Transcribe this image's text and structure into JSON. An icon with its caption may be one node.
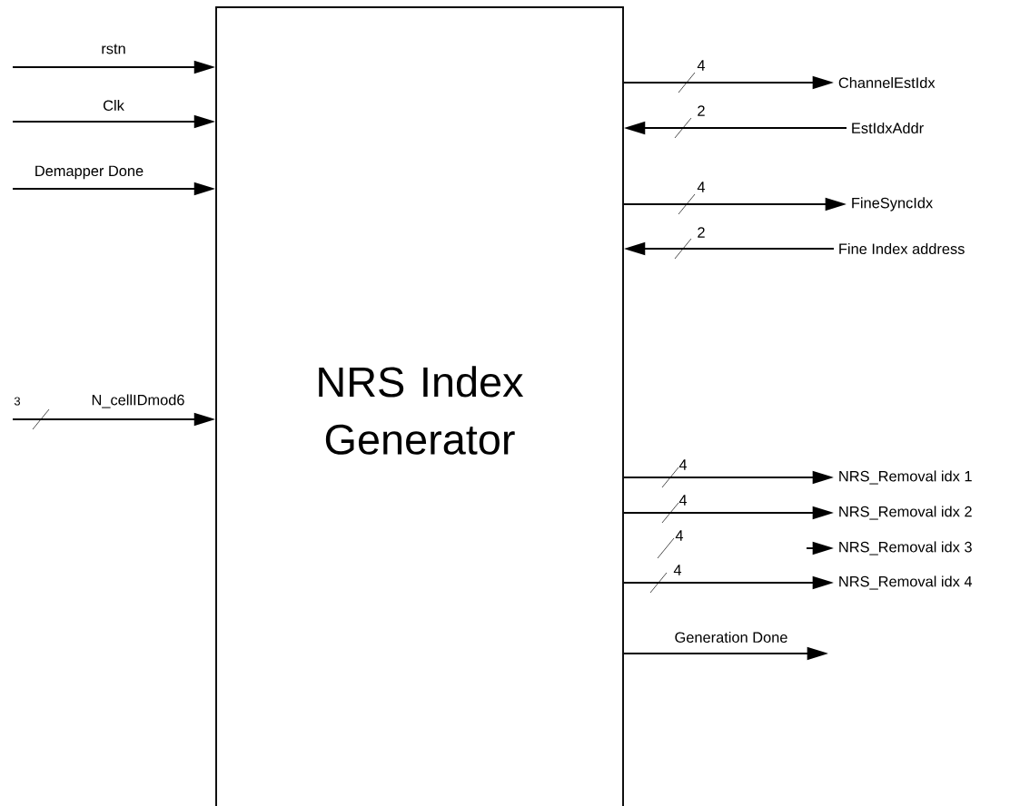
{
  "diagram": {
    "nodes": [
      {
        "text": [
          "NRS Index Generator"
        ]
      },
      {
        "text": [
          "ChannelEstIdx"
        ]
      },
      {
        "text": [
          "EstIdxAddr"
        ]
      },
      {
        "text": [
          "FineSyncIdx"
        ]
      },
      {
        "text": [
          "Fine Index address"
        ]
      },
      {
        "text": [
          "NRS_Removal idx 1"
        ]
      },
      {
        "text": [
          "NRS_Removal idx 2"
        ]
      },
      {
        "text": [
          "NRS_Removal idx 3"
        ]
      },
      {
        "text": [
          "NRS_Removal idx 4"
        ]
      }
    ],
    "edges": [
      {
        "from": null,
        "to": 0,
        "arrow": "to",
        "label": "rstn"
      },
      {
        "from": null,
        "to": 0,
        "arrow": "to",
        "label": "Clk"
      },
      {
        "from": null,
        "to": 0,
        "arrow": "to",
        "label": "Demapper Done"
      },
      {
        "from": null,
        "to": 0,
        "arrow": "to",
        "label": "N_cellIDmod6"
      },
      {
        "from": 0,
        "to": 1,
        "arrow": "to",
        "label": "4"
      },
      {
        "from": 2,
        "to": 0,
        "arrow": "to",
        "label": "2"
      },
      {
        "from": 0,
        "to": 3,
        "arrow": "to",
        "label": "4"
      },
      {
        "from": 4,
        "to": 0,
        "arrow": "to",
        "label": "2"
      },
      {
        "from": 0,
        "to": 5,
        "arrow": "to",
        "label": "4"
      },
      {
        "from": 0,
        "to": 6,
        "arrow": "to",
        "label": "4"
      },
      {
        "from": null,
        "to": 7,
        "arrow": "to"
      },
      {
        "from": 0,
        "to": 8,
        "arrow": "to",
        "label": "4"
      },
      {
        "from": 0,
        "to": null,
        "arrow": "to",
        "label": "Generation Done"
      }
    ],
    "labels": [
      "3",
      "4"
    ]
  }
}
